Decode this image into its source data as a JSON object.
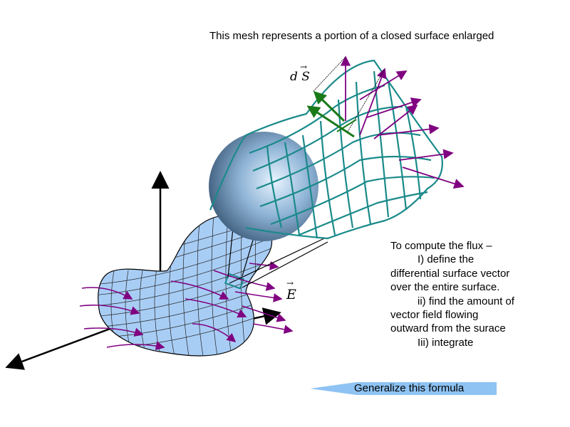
{
  "title": "This mesh represents a portion of a closed surface enlarged",
  "labels": {
    "dS": "d S",
    "E": "E"
  },
  "steps": [
    "To compute the flux –",
    "I) define the",
    "differential surface vector",
    "over the entire surface.",
    "ii) find the amount of",
    "vector field flowing",
    "outward from the surace",
    "Iii) integrate"
  ],
  "generalize_button": "Generalize this formula",
  "colors": {
    "mesh": "#1a8a8a",
    "field": "#800080",
    "normal": "#1a7a1a",
    "blob": "#a8cdf5",
    "button": "#8ec3f3"
  }
}
